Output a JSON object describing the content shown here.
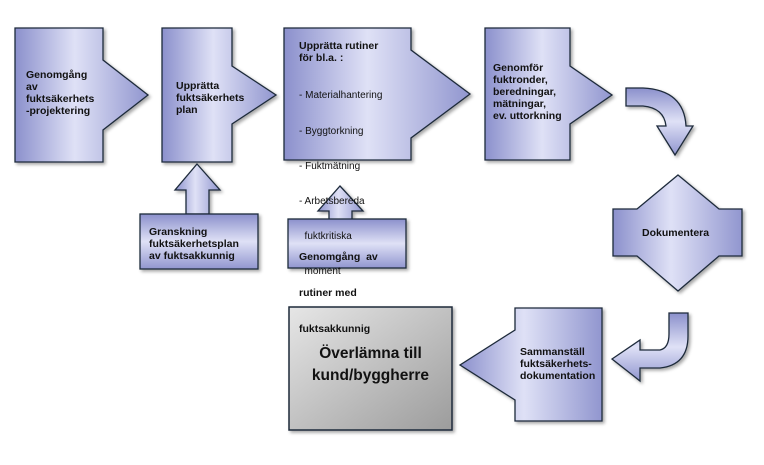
{
  "steps": {
    "step1": [
      "Genomgång",
      "av",
      "fuktsäkerhets",
      "-projektering"
    ],
    "step2": [
      "Upprätta",
      "fuktsäkerhets",
      "plan"
    ],
    "step3_title": [
      "Upprätta rutiner",
      "för bl.a. :"
    ],
    "step3_items": [
      "- Materialhantering",
      "- Byggtorkning",
      "- Fuktmätning",
      "- Arbetsbereda",
      "  fuktkritiska",
      "  moment"
    ],
    "step4": [
      "Genomför",
      "fuktronder,",
      "beredningar,",
      "mätningar,",
      "ev. uttorkning"
    ],
    "review1": [
      "Granskning",
      "fuktsäkerhetsplan",
      "av fuktsakkunnig"
    ],
    "review2": [
      "Genomgång  av",
      "rutiner med",
      "fuktsakkunnig"
    ],
    "document": "Dokumentera",
    "compile": [
      "Sammanställ",
      "fuktsäkerhets-",
      "dokumentation"
    ],
    "handover": [
      "Överlämna till",
      "kund/byggherre"
    ]
  },
  "colors": {
    "arrow_light": "#e4e6f8",
    "arrow_mid": "#a9acdb",
    "arrow_dark": "#8187c4",
    "outline": "#1f2b3a",
    "final_light": "#e2e2e2",
    "final_dark": "#9a9a9a"
  }
}
